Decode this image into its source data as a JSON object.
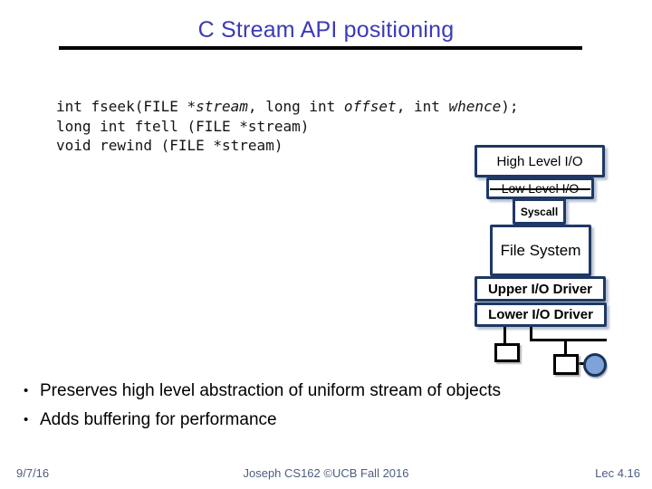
{
  "slide": {
    "title": "C Stream API positioning",
    "colors": {
      "title": "#3a3ab8",
      "footer": "#4d5d80",
      "box_border": "#1f3864",
      "device_circle_fill": "#7fa3d9"
    }
  },
  "code": {
    "l1a": "int fseek(FILE *",
    "l1b": "stream",
    "l1c": ", long int ",
    "l1d": "offset",
    "l1e": ", int ",
    "l1f": "whence",
    "l1g": ");",
    "l2": "long int ftell (FILE *stream)",
    "l3": "void rewind (FILE *stream)"
  },
  "diagram": {
    "layers": [
      {
        "label": "High Level I/O"
      },
      {
        "label": "Low Level I/O",
        "struck": true
      },
      {
        "label": "Syscall"
      },
      {
        "label": "File System"
      },
      {
        "label": "Upper I/O Driver"
      },
      {
        "label": "Lower I/O Driver"
      }
    ]
  },
  "bullets": {
    "dot": "•",
    "items": [
      "Preserves high level abstraction of uniform stream of objects",
      "Adds buffering for performance"
    ]
  },
  "footer": {
    "left": "9/7/16",
    "center": "Joseph CS162 ©UCB Fall 2016",
    "right": "Lec 4.16"
  }
}
